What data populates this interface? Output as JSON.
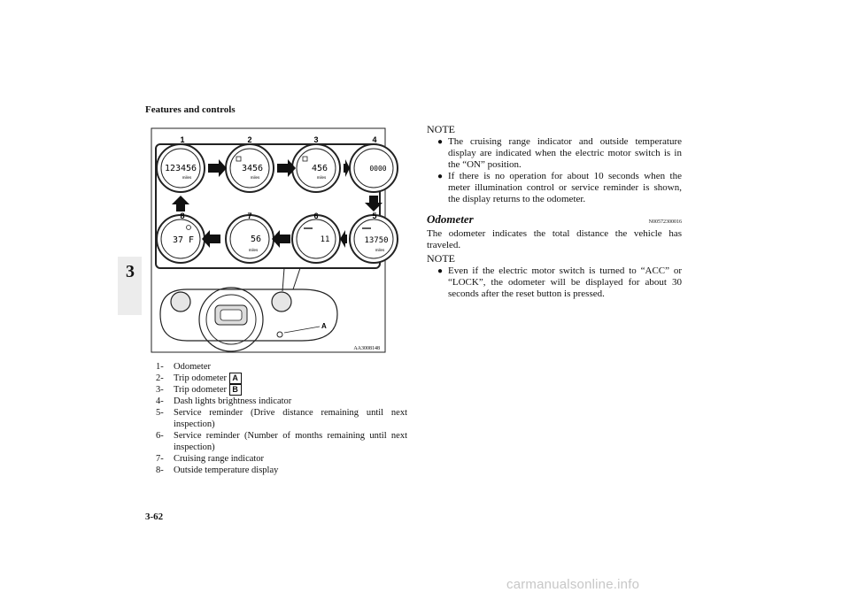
{
  "header": {
    "title": "Features and controls"
  },
  "page_number": "3-62",
  "chapter_tab": "3",
  "figure": {
    "callouts": [
      "1",
      "2",
      "3",
      "4",
      "5",
      "6",
      "7",
      "8"
    ],
    "displays": [
      "123456",
      "3456",
      "456",
      "0000",
      "13750",
      "11",
      "56",
      "37 F"
    ],
    "unit": "miles",
    "pointer_label": "A",
    "figure_code": "AA3008148"
  },
  "captions": [
    {
      "n": "1-",
      "t": "Odometer"
    },
    {
      "n": "2-",
      "t": "Trip odometer",
      "box": "A"
    },
    {
      "n": "3-",
      "t": "Trip odometer",
      "box": "B"
    },
    {
      "n": "4-",
      "t": "Dash lights brightness indicator"
    },
    {
      "n": "5-",
      "t": "Service reminder (Drive distance remaining until next inspection)"
    },
    {
      "n": "6-",
      "t": "Service reminder (Number of months remaining until next inspection)"
    },
    {
      "n": "7-",
      "t": "Cruising range indicator"
    },
    {
      "n": "8-",
      "t": "Outside temperature display"
    }
  ],
  "note1": {
    "title": "NOTE",
    "bullets": [
      "The cruising range indicator and outside temperature display are indicated when the electric motor switch is in the “ON” position.",
      "If there is no operation for about 10 seconds when the meter illumination control or service reminder is shown, the display returns to the odometer."
    ]
  },
  "section": {
    "title": "Odometer",
    "code": "N00572300016",
    "body": "The odometer indicates the total distance the vehicle has traveled."
  },
  "note2": {
    "title": "NOTE",
    "bullets": [
      "Even if the electric motor switch is turned to “ACC” or “LOCK”, the odometer will be displayed for about 30 seconds after the reset button is pressed."
    ]
  },
  "watermark": "carmanualsonline.info"
}
